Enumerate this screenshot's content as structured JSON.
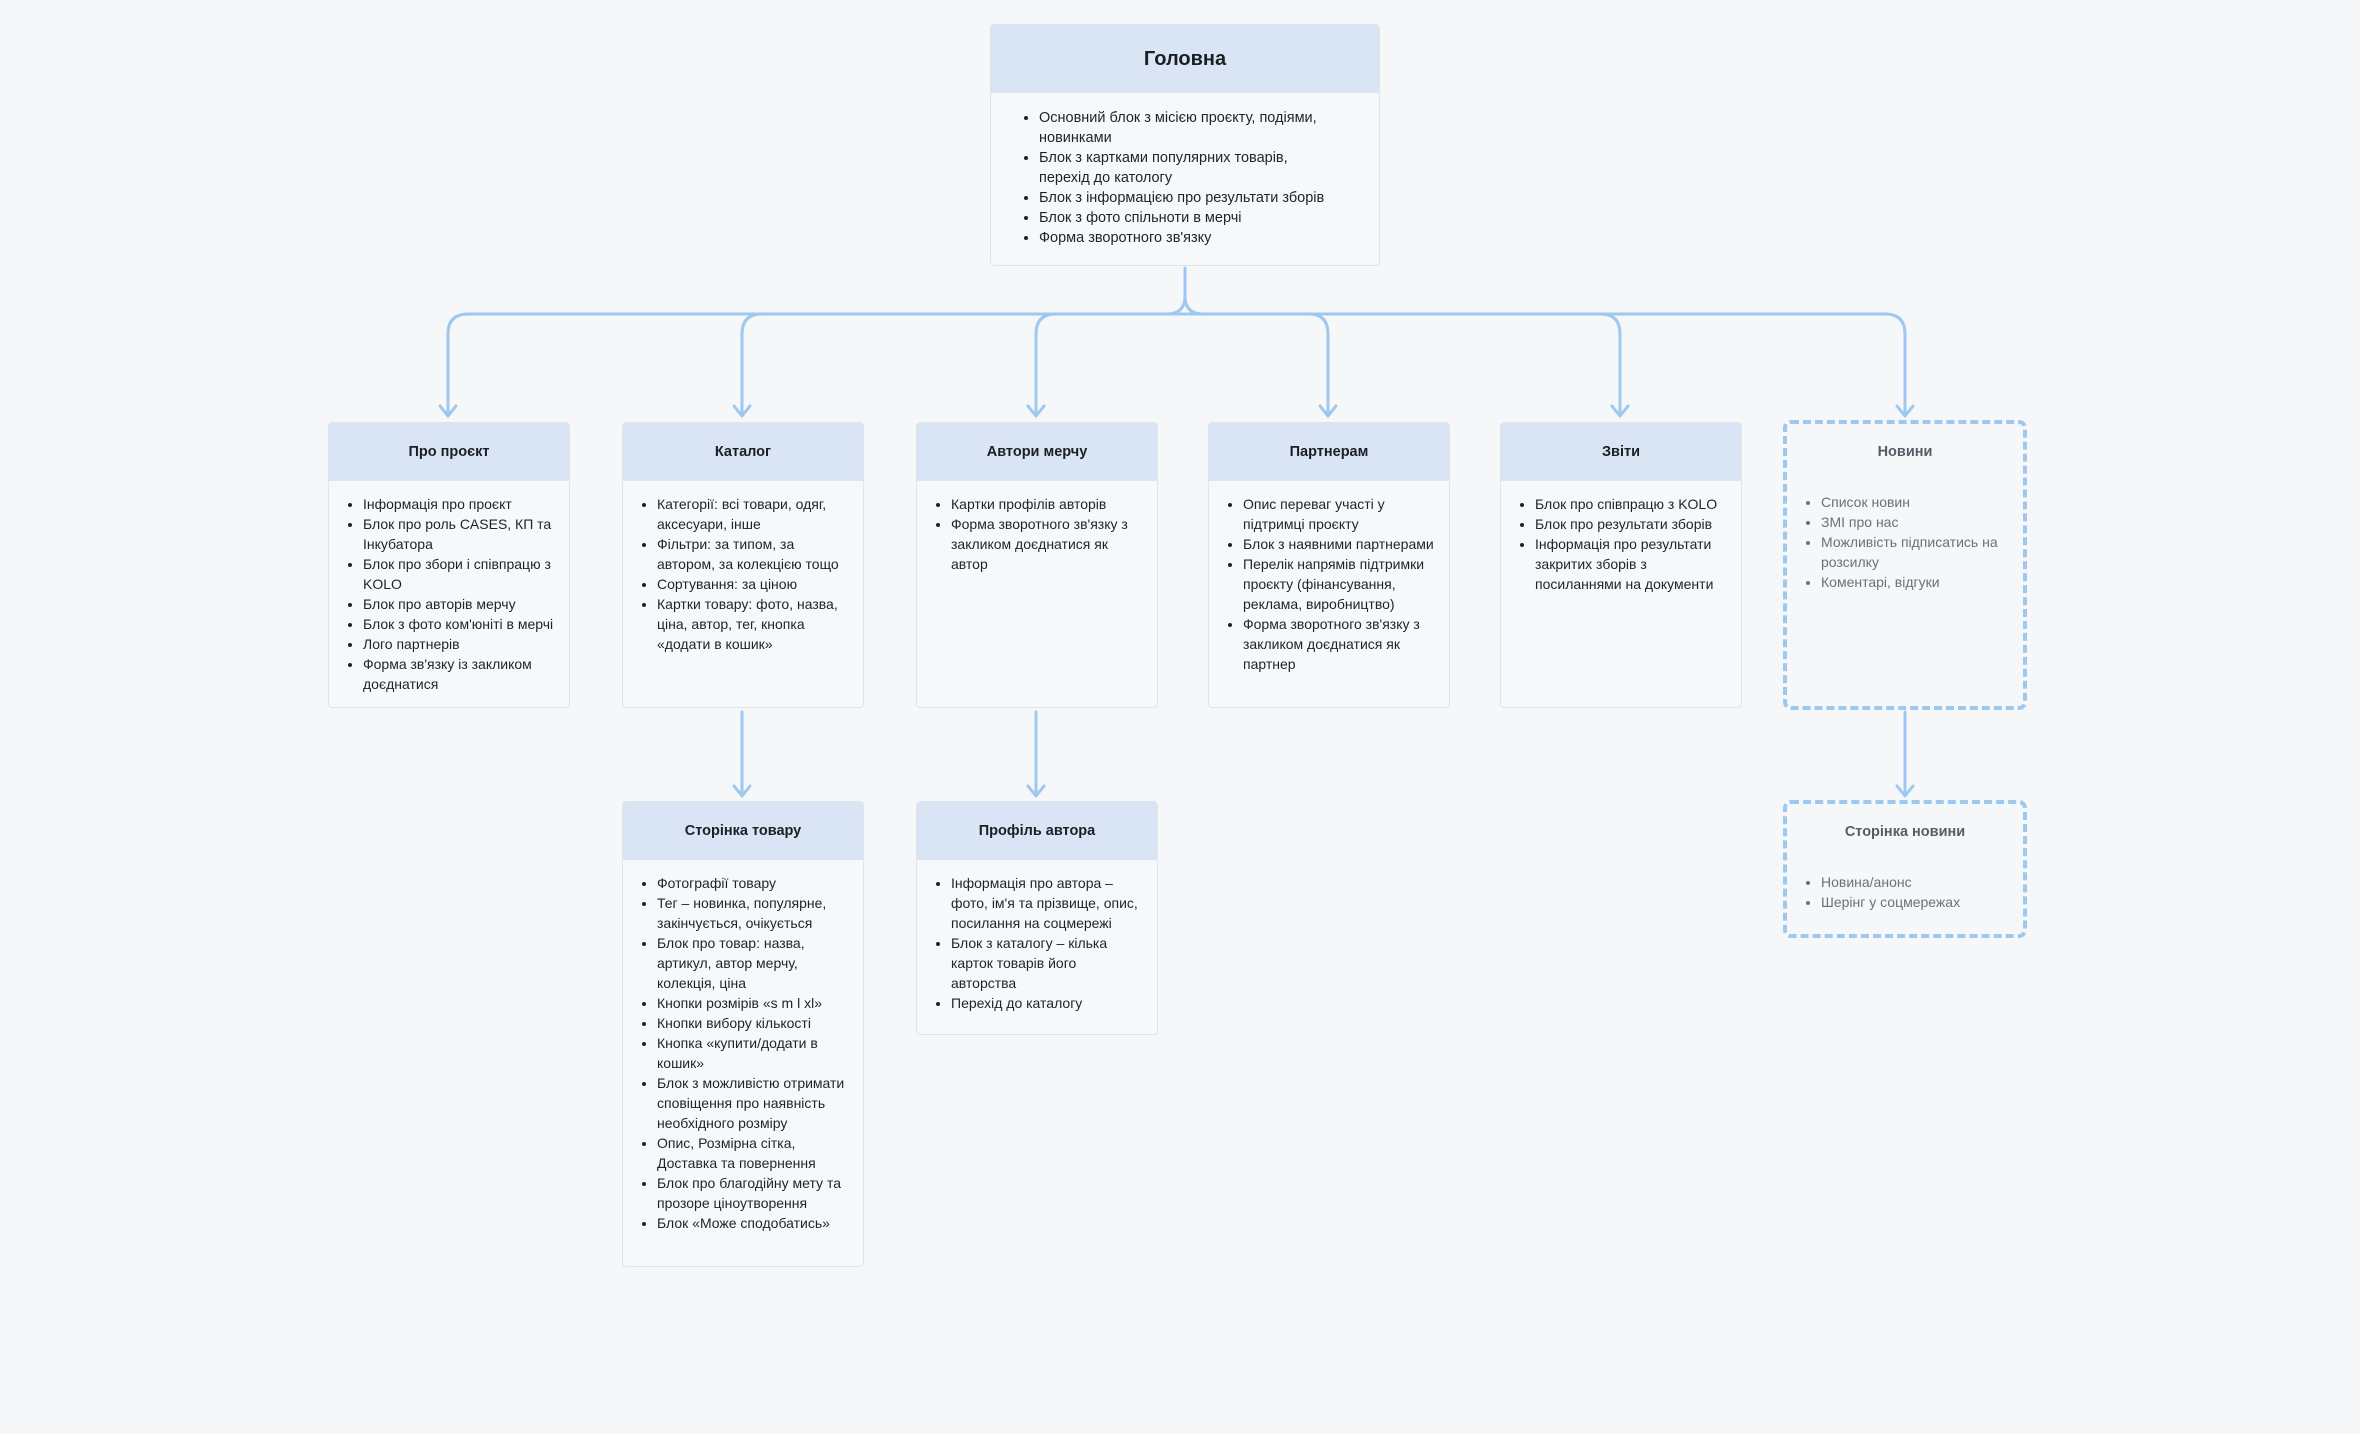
{
  "colors": {
    "connector": "#9ec8ee",
    "header_bg": "#d9e5f4",
    "background": "#f6f7f9"
  },
  "main": {
    "title": "Головна",
    "items": [
      "Основний блок з місією проєкту, подіями, новинками",
      "Блок з картками популярних товарів, перехід до катологу",
      "Блок з інформацією про результати зборів",
      "Блок з фото спільноти в мерчі",
      "Форма зворотного зв'язку"
    ]
  },
  "about": {
    "title": "Про проєкт",
    "items": [
      "Інформація про проєкт",
      "Блок про роль CASES, КП та Інкубатора",
      "Блок про збори і співпрацю з KOLO",
      "Блок про авторів мерчу",
      "Блок з фото ком'юніті в мерчі",
      "Лого партнерів",
      "Форма зв'язку із закликом доєднатися"
    ]
  },
  "catalog": {
    "title": "Каталог",
    "items": [
      "Категорії: всі товари, одяг, аксесуари, інше",
      "Фільтри: за типом, за автором, за колекцією тощо",
      "Сортування: за ціною",
      "Картки товару: фото, назва, ціна, автор, тег, кнопка «додати в кошик»"
    ]
  },
  "authors": {
    "title": "Автори мерчу",
    "items": [
      "Картки профілів авторів",
      "Форма зворотного зв'язку з закликом доєднатися як автор"
    ]
  },
  "partners": {
    "title": "Партнерам",
    "items": [
      "Опис переваг участі у підтримці проєкту",
      "Блок з наявними партнерами",
      "Перелік напрямів підтримки проєкту (фінансування, реклама, виробництво)",
      "Форма зворотного зв'язку з закликом доєднатися як партнер"
    ]
  },
  "reports": {
    "title": "Звіти",
    "items": [
      "Блок про співпрацю з KOLO",
      "Блок про результати зборів",
      "Інформація про результати закритих зборів з посиланнями на документи"
    ]
  },
  "news": {
    "title": "Новини",
    "items": [
      "Список новин",
      "ЗМІ про нас",
      "Можливість підписатись на розсилку",
      "Коментарі, відгуки"
    ]
  },
  "product": {
    "title": "Сторінка товару",
    "items": [
      "Фотографії товару",
      "Тег – новинка, популярне, закінчується, очікується",
      "Блок про товар: назва, артикул, автор мерчу, колекція, ціна",
      "Кнопки розмірів «s m l xl»",
      "Кнопки вибору кількості",
      "Кнопка «купити/додати в кошик»",
      "Блок з можливістю отримати сповіщення про наявність необхідного розміру",
      "Опис, Розмірна сітка, Доставка та повернення",
      "Блок про благодійну мету та прозоре ціноутворення",
      "Блок «Може сподобатись»"
    ]
  },
  "author_profile": {
    "title": "Профіль автора",
    "items": [
      "Інформація про автора – фото, ім'я та прізвище, опис, посилання на соцмережі",
      "Блок з каталогу – кілька карток товарів його авторства",
      "Перехід до каталогу"
    ]
  },
  "news_page": {
    "title": "Сторінка новини",
    "items": [
      "Новина/анонс",
      "Шерінг у соцмережах"
    ]
  }
}
